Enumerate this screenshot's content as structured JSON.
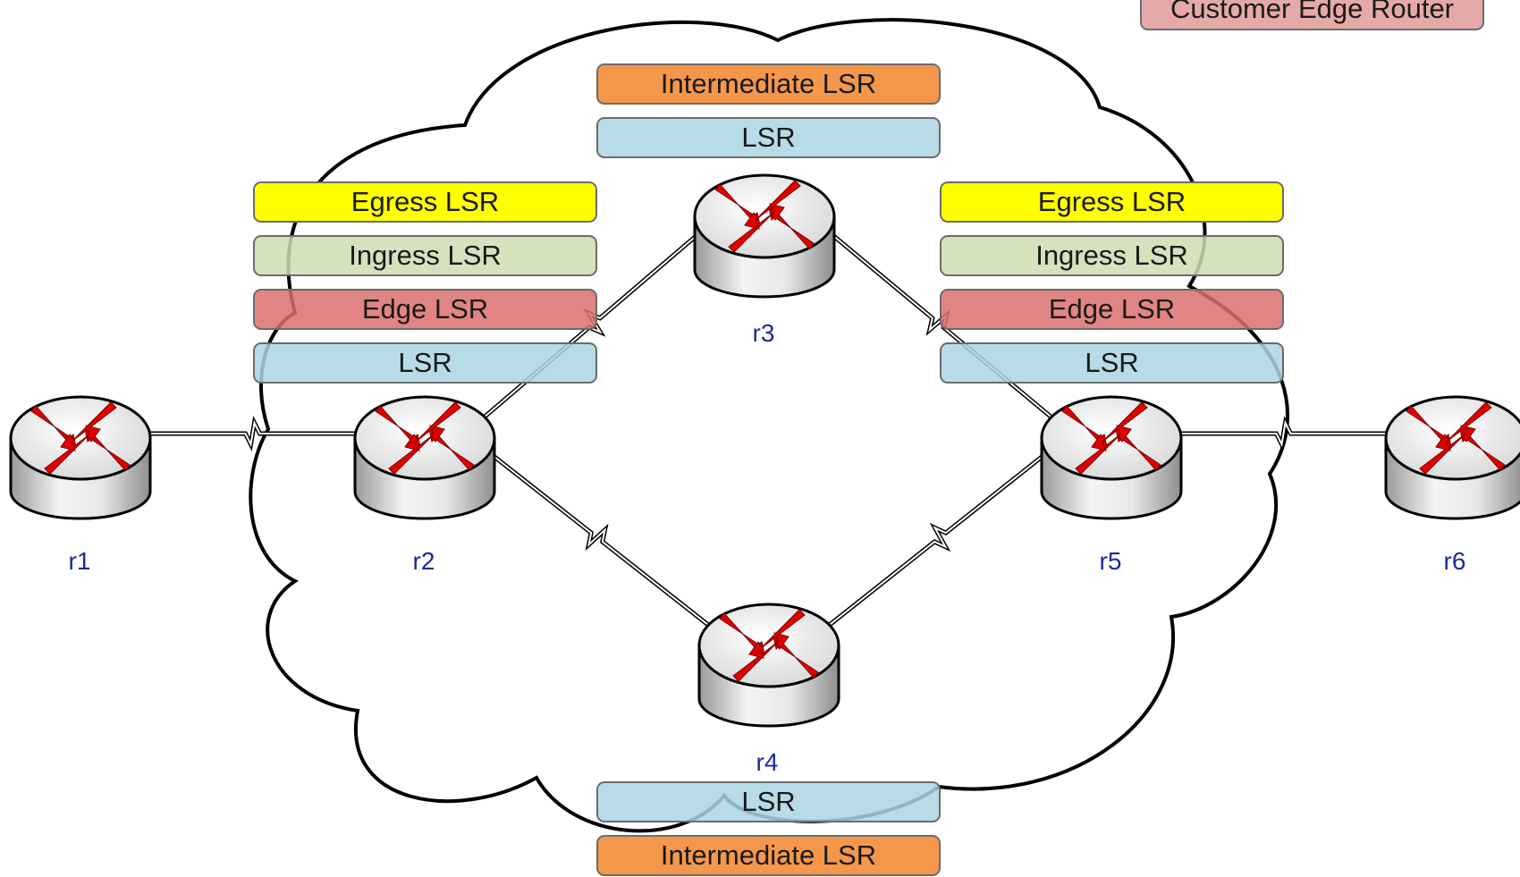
{
  "legend": {
    "customer_edge": "Customer Edge Router"
  },
  "routers": [
    {
      "id": "r1",
      "label": "r1"
    },
    {
      "id": "r2",
      "label": "r2"
    },
    {
      "id": "r3",
      "label": "r3"
    },
    {
      "id": "r4",
      "label": "r4"
    },
    {
      "id": "r5",
      "label": "r5"
    },
    {
      "id": "r6",
      "label": "r6"
    }
  ],
  "links": [
    {
      "from": "r1",
      "to": "r2"
    },
    {
      "from": "r2",
      "to": "r3"
    },
    {
      "from": "r2",
      "to": "r4"
    },
    {
      "from": "r3",
      "to": "r5"
    },
    {
      "from": "r4",
      "to": "r5"
    },
    {
      "from": "r5",
      "to": "r6"
    }
  ],
  "role_stacks": {
    "r2": [
      "Egress LSR",
      "Ingress LSR",
      "Edge LSR",
      "LSR"
    ],
    "r3": [
      "Intermediate LSR",
      "LSR"
    ],
    "r4": [
      "LSR",
      "Intermediate LSR"
    ],
    "r5": [
      "Egress LSR",
      "Ingress LSR",
      "Edge LSR",
      "LSR"
    ]
  },
  "colors": {
    "egress": "#FFFF00",
    "ingress": "#D6E3BE",
    "edge": "#E07D7D",
    "lsr": "#B5DDE8",
    "intermediate": "#F4984A",
    "customer_edge": "#E6A9A9",
    "router_label": "#1C2A9C",
    "arrow": "#E00000"
  }
}
